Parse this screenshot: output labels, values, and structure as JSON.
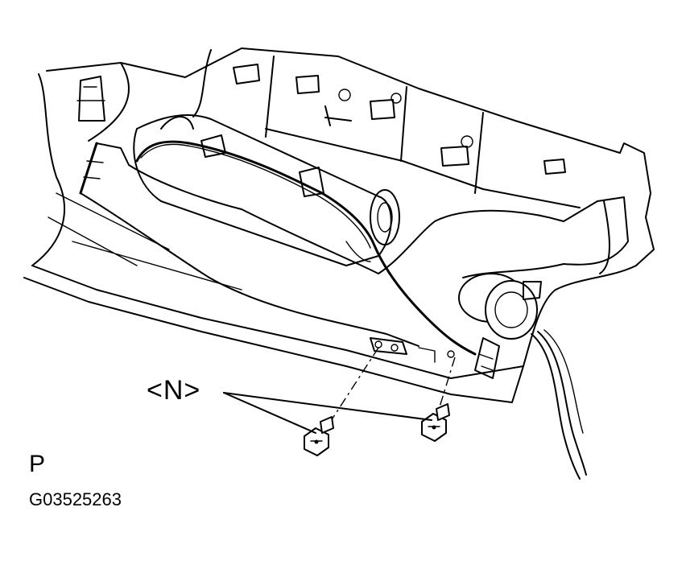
{
  "diagram": {
    "callout_label": "<N>",
    "view_letter": "P",
    "figure_code": "G03525263",
    "colors": {
      "line": "#000000",
      "background": "#ffffff"
    }
  }
}
